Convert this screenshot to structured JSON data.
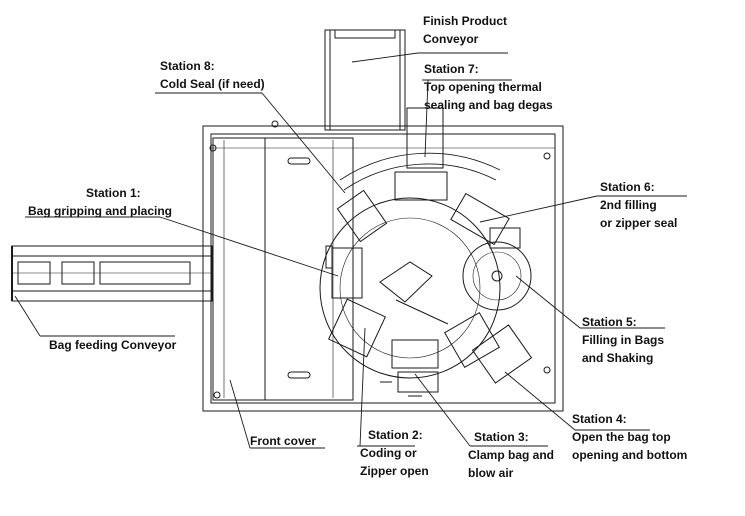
{
  "labels": {
    "finish_product": [
      "Finish Product",
      "Conveyor"
    ],
    "station8": [
      "Station 8:",
      "Cold Seal (if need)"
    ],
    "station7": [
      "Station 7:",
      "Top opening thermal",
      "sealing and bag degas"
    ],
    "station1": [
      "Station 1:",
      "Bag gripping and placing"
    ],
    "station6": [
      "Station 6:",
      "2nd filling",
      "or zipper seal"
    ],
    "station5": [
      "Station 5:",
      "Filling in Bags",
      "and Shaking"
    ],
    "bag_feeding": [
      "Bag feeding Conveyor"
    ],
    "station4": [
      "Station 4:",
      "Open the bag top",
      "opening and bottom"
    ],
    "front_cover": [
      "Front cover"
    ],
    "station2": [
      "Station 2:",
      "Coding or",
      "Zipper open"
    ],
    "station3": [
      "Station 3:",
      "Clamp bag and",
      "blow air"
    ]
  },
  "colors": {
    "line": "#1a1a1a",
    "text": "#111111",
    "background": "#ffffff"
  }
}
